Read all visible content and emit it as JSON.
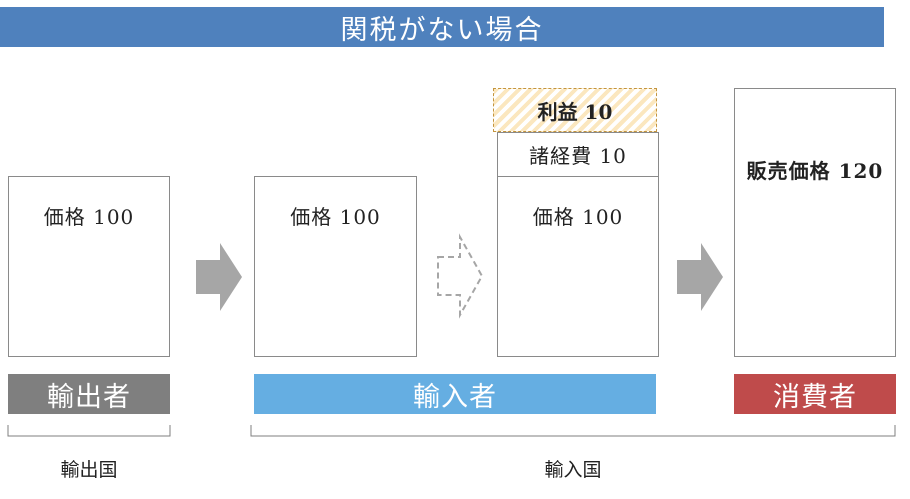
{
  "title": "関税がない場合",
  "colors": {
    "banner": "#4f81bd",
    "exporter": "#7f7f7f",
    "importer": "#65aee2",
    "consumer": "#bf4b4b",
    "arrow": "#a6a6a6",
    "profit_border": "#c4953e"
  },
  "boxes": {
    "exporter_price": "価格 100",
    "importer_price": "価格 100",
    "after_price": "価格 100",
    "expenses": "諸経費 10",
    "profit": "利益 10",
    "sale_price": "販売価格 120"
  },
  "roles": {
    "exporter": "輸出者",
    "importer": "輸入者",
    "consumer": "消費者"
  },
  "countries": {
    "export": "輸出国",
    "import": "輸入国"
  }
}
